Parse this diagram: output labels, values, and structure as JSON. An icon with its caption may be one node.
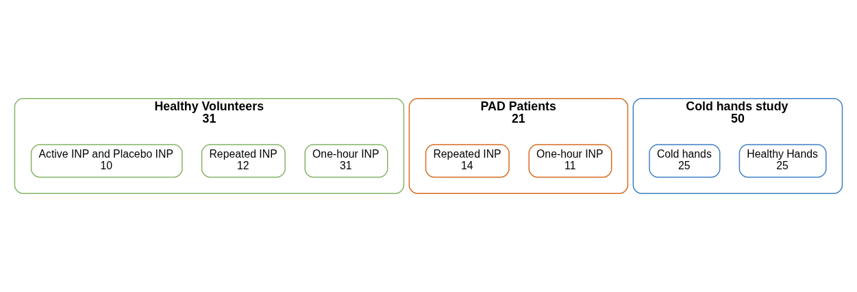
{
  "diagram": {
    "nodes": [
      {
        "text": [
          "Healthy Volunteers",
          "31"
        ]
      },
      {
        "text": [
          "One-hour INP",
          "31"
        ],
        "in": 0
      },
      {
        "text": [
          "Repeated INP",
          "12"
        ],
        "in": 0
      },
      {
        "text": [
          "Active INP and Placebo INP",
          "10"
        ],
        "in": 0
      },
      {
        "text": [
          "PAD Patients",
          "21"
        ]
      },
      {
        "text": [
          "One-hour INP",
          "11"
        ],
        "in": 4
      },
      {
        "text": [
          "Repeated INP",
          "14"
        ],
        "in": 4
      },
      {
        "text": [
          "Cold hands study",
          "50"
        ]
      },
      {
        "text": [
          "Healthy Hands",
          "25"
        ],
        "in": 7
      },
      {
        "text": [
          "Cold hands",
          "25"
        ],
        "in": 7
      }
    ],
    "edges": []
  }
}
